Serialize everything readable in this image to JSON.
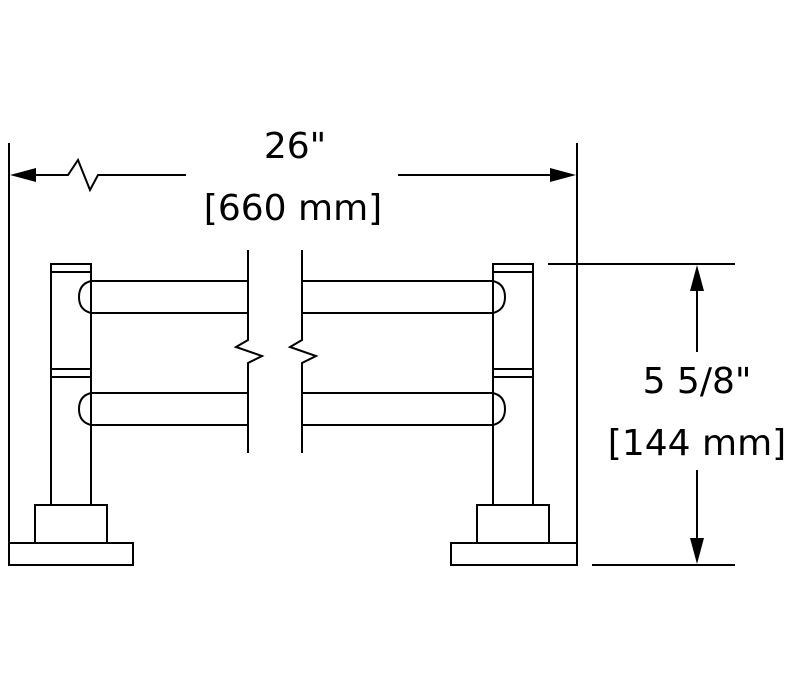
{
  "dimensions": {
    "width": {
      "imperial": "26\"",
      "metric": "[660 mm]"
    },
    "height": {
      "imperial": "5 5/8\"",
      "metric": "[144 mm]"
    }
  }
}
